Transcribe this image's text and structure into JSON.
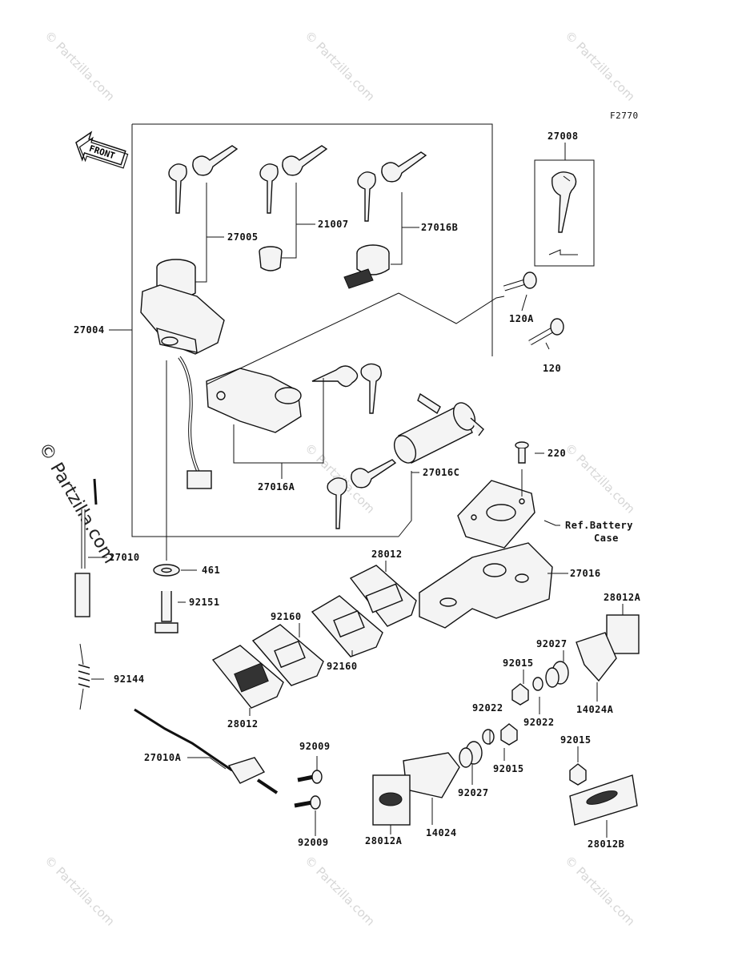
{
  "figure_code": "F2770",
  "front_label": "FRONT",
  "watermark": "© Partzilla.com",
  "ref_note": {
    "line1": "Ref.Battery",
    "line2": "Case"
  },
  "parts": {
    "p27008": "27008",
    "p27005": "27005",
    "p21007": "21007",
    "p27016B": "27016B",
    "p27004": "27004",
    "p120A": "120A",
    "p120": "120",
    "p27016A": "27016A",
    "p27016C": "27016C",
    "p220": "220",
    "p27010": "27010",
    "p461": "461",
    "p27016": "27016",
    "p28012_top": "28012",
    "p92151": "92151",
    "p92160_a": "92160",
    "p92160_b": "92160",
    "p28012A_top": "28012A",
    "p92144": "92144",
    "p92027_top": "92027",
    "p92015_top": "92015",
    "p28012_left": "28012",
    "p92022_a": "92022",
    "p92022_b": "92022",
    "p14024A": "14024A",
    "p92009_top": "92009",
    "p92015_mid": "92015",
    "p27010A": "27010A",
    "p92015_right": "92015",
    "p92027_bot": "92027",
    "p92009_bot": "92009",
    "p28012A_bot": "28012A",
    "p14024": "14024",
    "p28012B": "28012B"
  }
}
